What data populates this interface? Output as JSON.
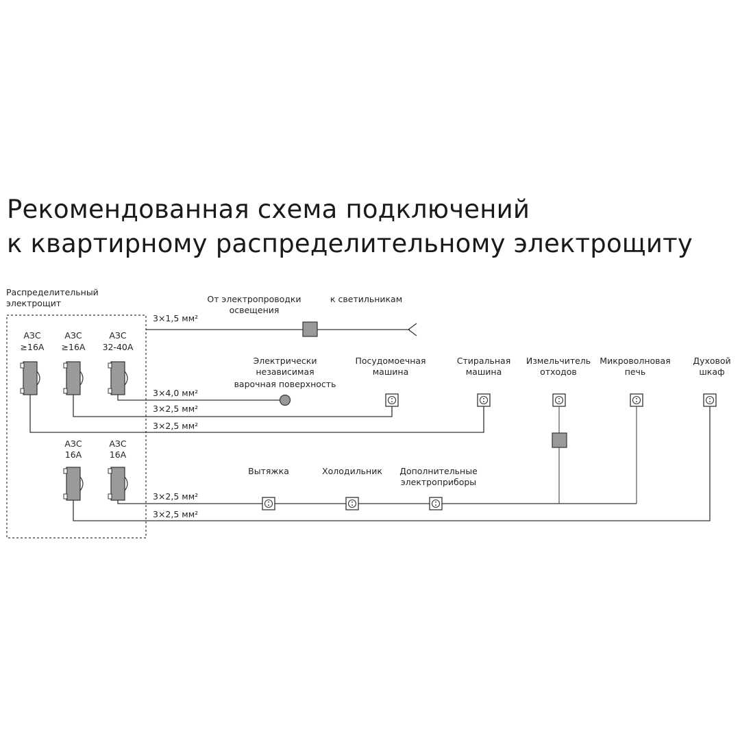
{
  "title": {
    "line1": "Рекомендованная схема подключений",
    "line2": "к квартирному распределительному электрощиту"
  },
  "panel": {
    "label_line1": "Распределительный",
    "label_line2": "электрощит"
  },
  "breakers": [
    {
      "line1": "АЗС",
      "line2": "≥16А"
    },
    {
      "line1": "АЗС",
      "line2": "≥16А"
    },
    {
      "line1": "АЗС",
      "line2": "32-40А"
    },
    {
      "line1": "АЗС",
      "line2": "16А"
    },
    {
      "line1": "АЗС",
      "line2": "16А"
    }
  ],
  "lighting": {
    "from_line1": "От электропроводки",
    "from_line2": "освещения",
    "to": "к светильникам",
    "cable": "3×1,5 мм²"
  },
  "cables": {
    "hob": "3×4,0 мм²",
    "dishwasher": "3×2,5 мм²",
    "washer": "3×2,5 мм²",
    "kitchen": "3×2,5 мм²",
    "oven": "3×2,5 мм²"
  },
  "consumers": {
    "hob": {
      "line1": "Электрически",
      "line2": "независимая",
      "line3": "варочная поверхность"
    },
    "dishwasher": {
      "line1": "Посудомоечная",
      "line2": "машина"
    },
    "washer": {
      "line1": "Стиральная",
      "line2": "машина"
    },
    "disposer": {
      "line1": "Измельчитель",
      "line2": "отходов"
    },
    "microwave": {
      "line1": "Микроволновая",
      "line2": "печь"
    },
    "oven": {
      "line1": "Духовой",
      "line2": "шкаф"
    },
    "hood": {
      "line1": "Вытяжка"
    },
    "fridge": {
      "line1": "Холодильник"
    },
    "extra": {
      "line1": "Дополнительные",
      "line2": "электроприборы"
    }
  }
}
